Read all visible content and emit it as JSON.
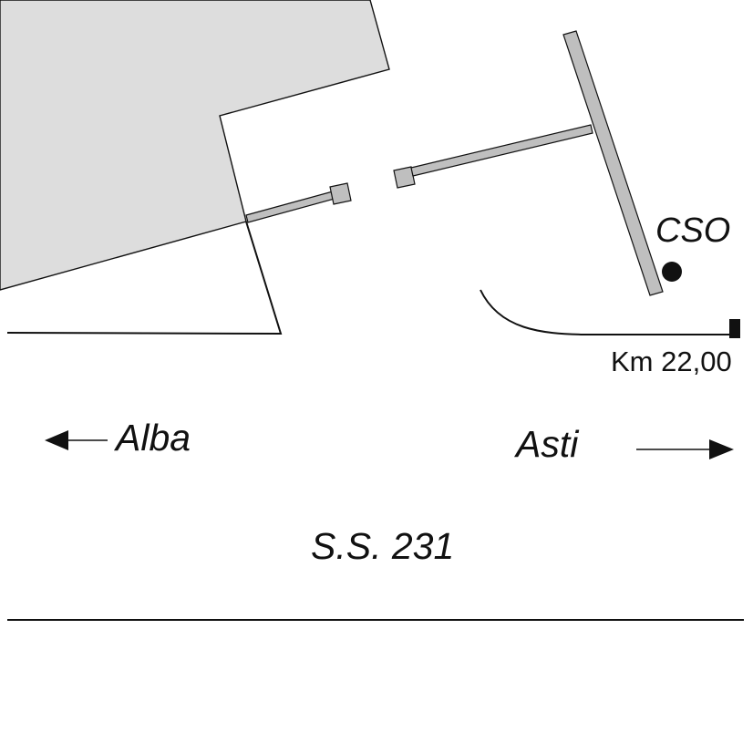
{
  "labels": {
    "station": "CSO",
    "kilometer": "Km 22,00",
    "direction_left": "Alba",
    "direction_right": "Asti",
    "road": "S.S. 231"
  },
  "colors": {
    "area_fill": "#dddddd",
    "pipe_fill": "#bfbfbf",
    "line": "#111111"
  }
}
